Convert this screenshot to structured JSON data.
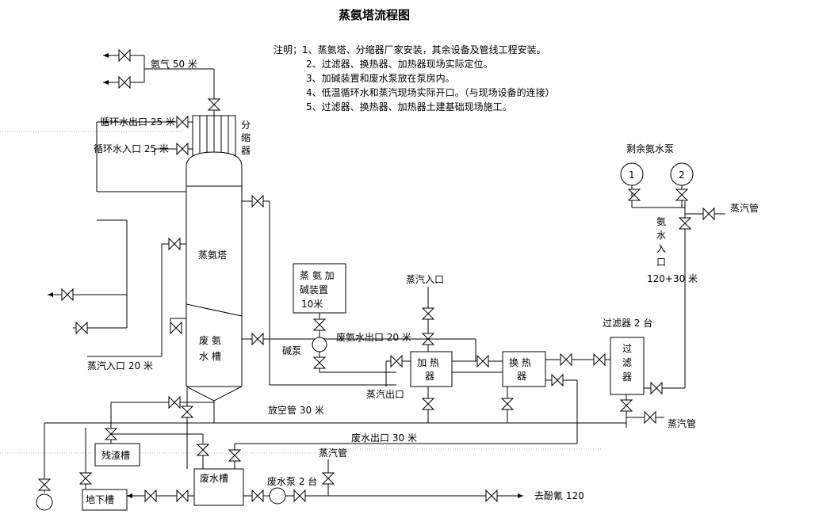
{
  "title": "蒸氨塔流程图",
  "notes": [
    "注明；1、蒸氨塔、分缩器厂家安装，其余设备及管线工程安装。",
    "2、过滤器、换热器、加热器现场实际定位。",
    "3、加碱装置和废水泵放在泵房内。",
    "4、低温循环水和蒸汽现场实际开口。（与现场设备的连接）",
    "5、过滤器、换热器、加热器土建基础现场施工。"
  ],
  "equipment": {
    "tower": "蒸氨塔",
    "condenser": [
      "分",
      "缩",
      "器"
    ],
    "waste_tank_in_tower": [
      "废 氨",
      "水 槽"
    ],
    "alkali_unit": [
      "蒸 氨 加",
      "碱装置",
      "10米"
    ],
    "alkali_pump": "碱泵",
    "heater": [
      "加 热",
      "器"
    ],
    "exchanger": [
      "换 热",
      "器"
    ],
    "filter": [
      "过",
      "滤",
      "器"
    ],
    "filter_label": "过滤器 2 台",
    "pumps_label": "剩余氨水泵",
    "pump1": "1",
    "pump2": "2",
    "residue_tank": "残渣槽",
    "waste_water_tank": "废水槽",
    "underground_tank": "地下槽",
    "waste_pump_label": "废水泵 2 台"
  },
  "pipes": {
    "ammonia_gas": "氨气   50 米",
    "cooling_out": "循环水出口 25 米",
    "cooling_in": "循环水入口 25 米",
    "steam_in_tower": "蒸汽入口 20 米",
    "steam_inlet": "蒸汽入口",
    "waste_ammonia_out": "废氨水出口 20 米",
    "steam_outlet": "蒸汽出口",
    "vent": "放空管 30 米",
    "waste_water_out": "废水出口 30 米",
    "steam_pipe_bottom": "蒸汽管",
    "steam_pipe_right": "蒸汽管",
    "steam_pipe_filter": "蒸汽管",
    "to_phenol": "去酚氰 120",
    "ammonia_water_in": [
      "氨",
      "水",
      "入",
      "口"
    ],
    "ammonia_water_length": "120+30 米"
  }
}
